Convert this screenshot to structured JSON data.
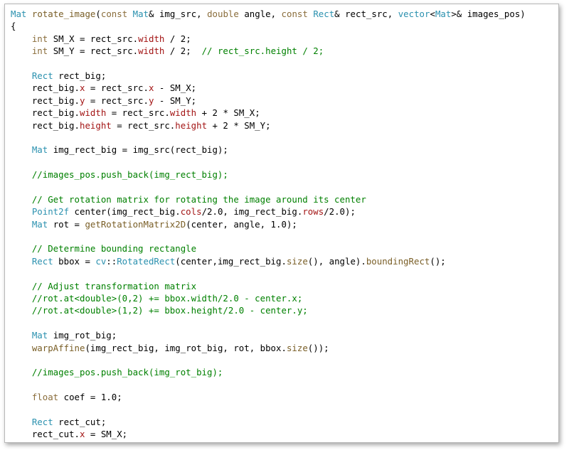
{
  "code_lines": [
    [
      [
        "tk-type",
        "Mat"
      ],
      [
        "tk-var",
        " "
      ],
      [
        "tk-func",
        "rotate_image"
      ],
      [
        "tk-var",
        "("
      ],
      [
        "tk-kw",
        "const"
      ],
      [
        "tk-var",
        " "
      ],
      [
        "tk-type",
        "Mat"
      ],
      [
        "tk-var",
        "& img_src, "
      ],
      [
        "tk-kw",
        "double"
      ],
      [
        "tk-var",
        " angle, "
      ],
      [
        "tk-kw",
        "const"
      ],
      [
        "tk-var",
        " "
      ],
      [
        "tk-type",
        "Rect"
      ],
      [
        "tk-var",
        "& rect_src, "
      ],
      [
        "tk-type",
        "vector"
      ],
      [
        "tk-var",
        "<"
      ],
      [
        "tk-type",
        "Mat"
      ],
      [
        "tk-var",
        ">& images_pos)"
      ]
    ],
    [
      [
        "tk-var",
        "{"
      ]
    ],
    [
      [
        "tk-var",
        "    "
      ],
      [
        "tk-kw",
        "int"
      ],
      [
        "tk-var",
        " SM_X = rect_src."
      ],
      [
        "tk-member",
        "width"
      ],
      [
        "tk-var",
        " / 2;"
      ]
    ],
    [
      [
        "tk-var",
        "    "
      ],
      [
        "tk-kw",
        "int"
      ],
      [
        "tk-var",
        " SM_Y = rect_src."
      ],
      [
        "tk-member",
        "width"
      ],
      [
        "tk-var",
        " / 2;  "
      ],
      [
        "tk-comment",
        "// rect_src.height / 2;"
      ]
    ],
    [
      [
        "tk-var",
        ""
      ]
    ],
    [
      [
        "tk-var",
        "    "
      ],
      [
        "tk-type",
        "Rect"
      ],
      [
        "tk-var",
        " rect_big;"
      ]
    ],
    [
      [
        "tk-var",
        "    rect_big."
      ],
      [
        "tk-member",
        "x"
      ],
      [
        "tk-var",
        " = rect_src."
      ],
      [
        "tk-member",
        "x"
      ],
      [
        "tk-var",
        " - SM_X;"
      ]
    ],
    [
      [
        "tk-var",
        "    rect_big."
      ],
      [
        "tk-member",
        "y"
      ],
      [
        "tk-var",
        " = rect_src."
      ],
      [
        "tk-member",
        "y"
      ],
      [
        "tk-var",
        " - SM_Y;"
      ]
    ],
    [
      [
        "tk-var",
        "    rect_big."
      ],
      [
        "tk-member",
        "width"
      ],
      [
        "tk-var",
        " = rect_src."
      ],
      [
        "tk-member",
        "width"
      ],
      [
        "tk-var",
        " + 2 * SM_X;"
      ]
    ],
    [
      [
        "tk-var",
        "    rect_big."
      ],
      [
        "tk-member",
        "height"
      ],
      [
        "tk-var",
        " = rect_src."
      ],
      [
        "tk-member",
        "height"
      ],
      [
        "tk-var",
        " + 2 * SM_Y;"
      ]
    ],
    [
      [
        "tk-var",
        ""
      ]
    ],
    [
      [
        "tk-var",
        "    "
      ],
      [
        "tk-type",
        "Mat"
      ],
      [
        "tk-var",
        " img_rect_big = img_src(rect_big);"
      ]
    ],
    [
      [
        "tk-var",
        ""
      ]
    ],
    [
      [
        "tk-var",
        "    "
      ],
      [
        "tk-comment",
        "//images_pos.push_back(img_rect_big);"
      ]
    ],
    [
      [
        "tk-var",
        ""
      ]
    ],
    [
      [
        "tk-var",
        "    "
      ],
      [
        "tk-comment",
        "// Get rotation matrix for rotating the image around its center"
      ]
    ],
    [
      [
        "tk-var",
        "    "
      ],
      [
        "tk-type",
        "Point2f"
      ],
      [
        "tk-var",
        " center(img_rect_big."
      ],
      [
        "tk-member",
        "cols"
      ],
      [
        "tk-var",
        "/2.0, img_rect_big."
      ],
      [
        "tk-member",
        "rows"
      ],
      [
        "tk-var",
        "/2.0);"
      ]
    ],
    [
      [
        "tk-var",
        "    "
      ],
      [
        "tk-type",
        "Mat"
      ],
      [
        "tk-var",
        " rot = "
      ],
      [
        "tk-func",
        "getRotationMatrix2D"
      ],
      [
        "tk-var",
        "(center, angle, 1.0);"
      ]
    ],
    [
      [
        "tk-var",
        ""
      ]
    ],
    [
      [
        "tk-var",
        "    "
      ],
      [
        "tk-comment",
        "// Determine bounding rectangle"
      ]
    ],
    [
      [
        "tk-var",
        "    "
      ],
      [
        "tk-type",
        "Rect"
      ],
      [
        "tk-var",
        " bbox = "
      ],
      [
        "tk-ns",
        "cv"
      ],
      [
        "tk-var",
        "::"
      ],
      [
        "tk-type",
        "RotatedRect"
      ],
      [
        "tk-var",
        "(center,img_rect_big."
      ],
      [
        "tk-func",
        "size"
      ],
      [
        "tk-var",
        "(), angle)."
      ],
      [
        "tk-func",
        "boundingRect"
      ],
      [
        "tk-var",
        "();"
      ]
    ],
    [
      [
        "tk-var",
        ""
      ]
    ],
    [
      [
        "tk-var",
        "    "
      ],
      [
        "tk-comment",
        "// Adjust transformation matrix"
      ]
    ],
    [
      [
        "tk-var",
        "    "
      ],
      [
        "tk-comment",
        "//rot.at<double>(0,2) += bbox.width/2.0 - center.x;"
      ]
    ],
    [
      [
        "tk-var",
        "    "
      ],
      [
        "tk-comment",
        "//rot.at<double>(1,2) += bbox.height/2.0 - center.y;"
      ]
    ],
    [
      [
        "tk-var",
        ""
      ]
    ],
    [
      [
        "tk-var",
        "    "
      ],
      [
        "tk-type",
        "Mat"
      ],
      [
        "tk-var",
        " img_rot_big;"
      ]
    ],
    [
      [
        "tk-var",
        "    "
      ],
      [
        "tk-func",
        "warpAffine"
      ],
      [
        "tk-var",
        "(img_rect_big, img_rot_big, rot, bbox."
      ],
      [
        "tk-func",
        "size"
      ],
      [
        "tk-var",
        "());"
      ]
    ],
    [
      [
        "tk-var",
        ""
      ]
    ],
    [
      [
        "tk-var",
        "    "
      ],
      [
        "tk-comment",
        "//images_pos.push_back(img_rot_big);"
      ]
    ],
    [
      [
        "tk-var",
        ""
      ]
    ],
    [
      [
        "tk-var",
        "    "
      ],
      [
        "tk-kw",
        "float"
      ],
      [
        "tk-var",
        " coef = 1.0;"
      ]
    ],
    [
      [
        "tk-var",
        ""
      ]
    ],
    [
      [
        "tk-var",
        "    "
      ],
      [
        "tk-type",
        "Rect"
      ],
      [
        "tk-var",
        " rect_cut;"
      ]
    ],
    [
      [
        "tk-var",
        "    rect_cut."
      ],
      [
        "tk-member",
        "x"
      ],
      [
        "tk-var",
        " = SM_X;"
      ]
    ]
  ],
  "colors": {
    "type": "#2b91af",
    "keyword": "#8a6d3b",
    "function": "#795e26",
    "member": "#a31515",
    "comment": "#008000",
    "text": "#000000",
    "background": "#ffffff"
  }
}
